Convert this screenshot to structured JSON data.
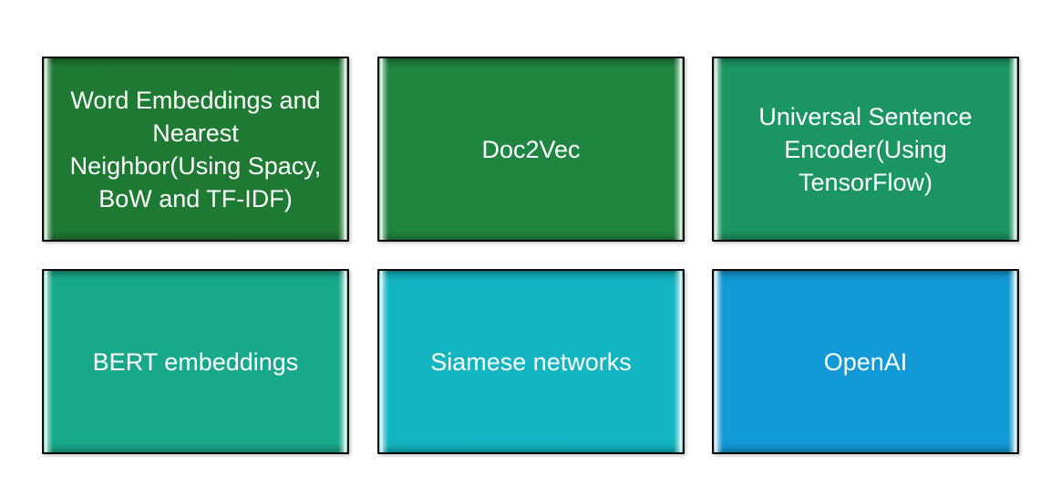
{
  "diagram": {
    "description": "Text similarity / embedding techniques diagram",
    "text_color": "#ffffff",
    "outline_color": "#0b0b0b",
    "background_color": "#ffffff",
    "boxes": [
      {
        "id": "word-embeddings",
        "label": "Word Embeddings and\nNearest\nNeighbor(Using Spacy,\nBoW and TF-IDF)",
        "color": "#1e7a33"
      },
      {
        "id": "doc2vec",
        "label": "Doc2Vec",
        "color": "#1f8641"
      },
      {
        "id": "universal-sentence-encoder",
        "label": "Universal Sentence\nEncoder(Using\nTensorFlow)",
        "color": "#1b9562"
      },
      {
        "id": "bert-embeddings",
        "label": "BERT embeddings",
        "color": "#18a98c"
      },
      {
        "id": "siamese-networks",
        "label": "Siamese networks",
        "color": "#12b5c0"
      },
      {
        "id": "openai",
        "label": "OpenAI",
        "color": "#129ad7"
      }
    ]
  }
}
